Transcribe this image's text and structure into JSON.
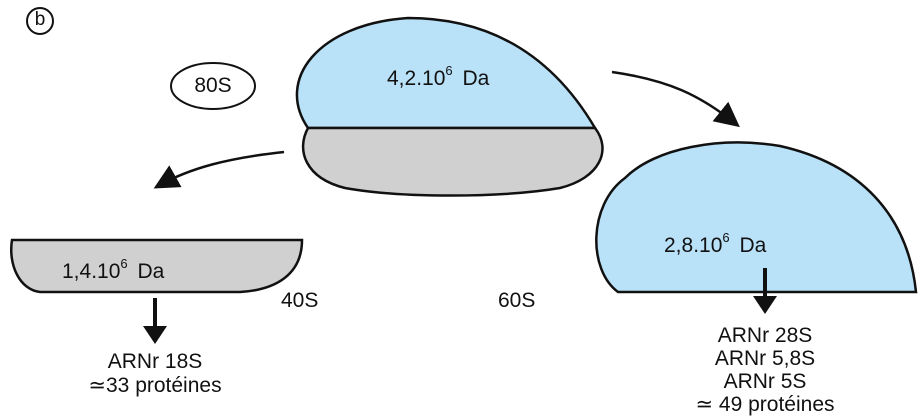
{
  "panel_label": "b",
  "ribosome": {
    "label": "80S",
    "mass_mantissa": "4,2.10",
    "mass_exp": "6",
    "mass_unit": "Da"
  },
  "small_subunit": {
    "label": "40S",
    "mass_mantissa": "1,4.10",
    "mass_exp": "6",
    "mass_unit": "Da",
    "components": [
      "ARNr 18S",
      "≃33 protéines"
    ]
  },
  "large_subunit": {
    "label": "60S",
    "mass_mantissa": "2,8.10",
    "mass_exp": "6",
    "mass_unit": "Da",
    "components": [
      "ARNr 28S",
      "ARNr 5,8S",
      "ARNr 5S",
      "≃ 49 protéines"
    ]
  },
  "colors": {
    "large_fill": "#b9e1f7",
    "small_fill": "#d0d0d0",
    "stroke": "#111111"
  }
}
